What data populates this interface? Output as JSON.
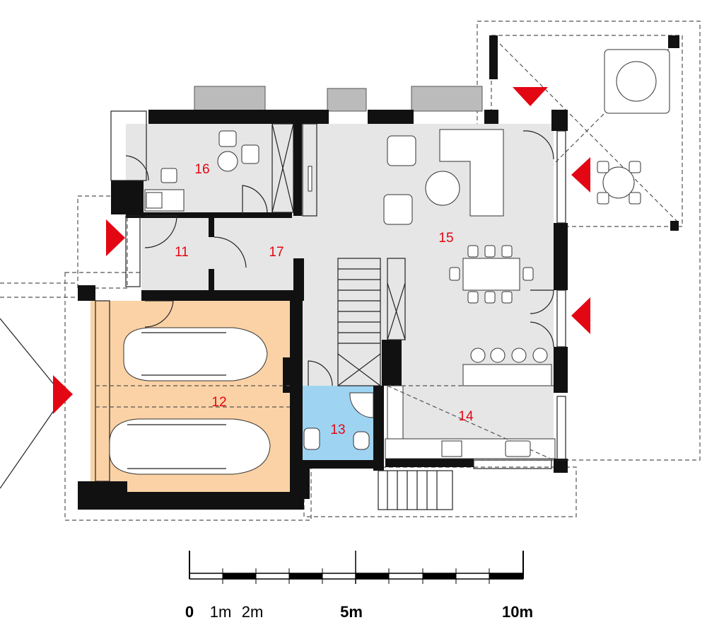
{
  "rooms": [
    {
      "id": "11",
      "label": "11"
    },
    {
      "id": "12",
      "label": "12"
    },
    {
      "id": "13",
      "label": "13"
    },
    {
      "id": "14",
      "label": "14"
    },
    {
      "id": "15",
      "label": "15"
    },
    {
      "id": "16",
      "label": "16"
    },
    {
      "id": "17",
      "label": "17"
    }
  ],
  "scale_bar": {
    "labels": [
      "0",
      "1m",
      "2m",
      "5m",
      "10m"
    ]
  },
  "colors": {
    "room_floor": "#e6e6e6",
    "garage_floor": "#fbd2a5",
    "bathroom_floor": "#9fd3f2",
    "wall": "#111111",
    "room_number": "#e30613",
    "entrance_arrow": "#e30613"
  }
}
